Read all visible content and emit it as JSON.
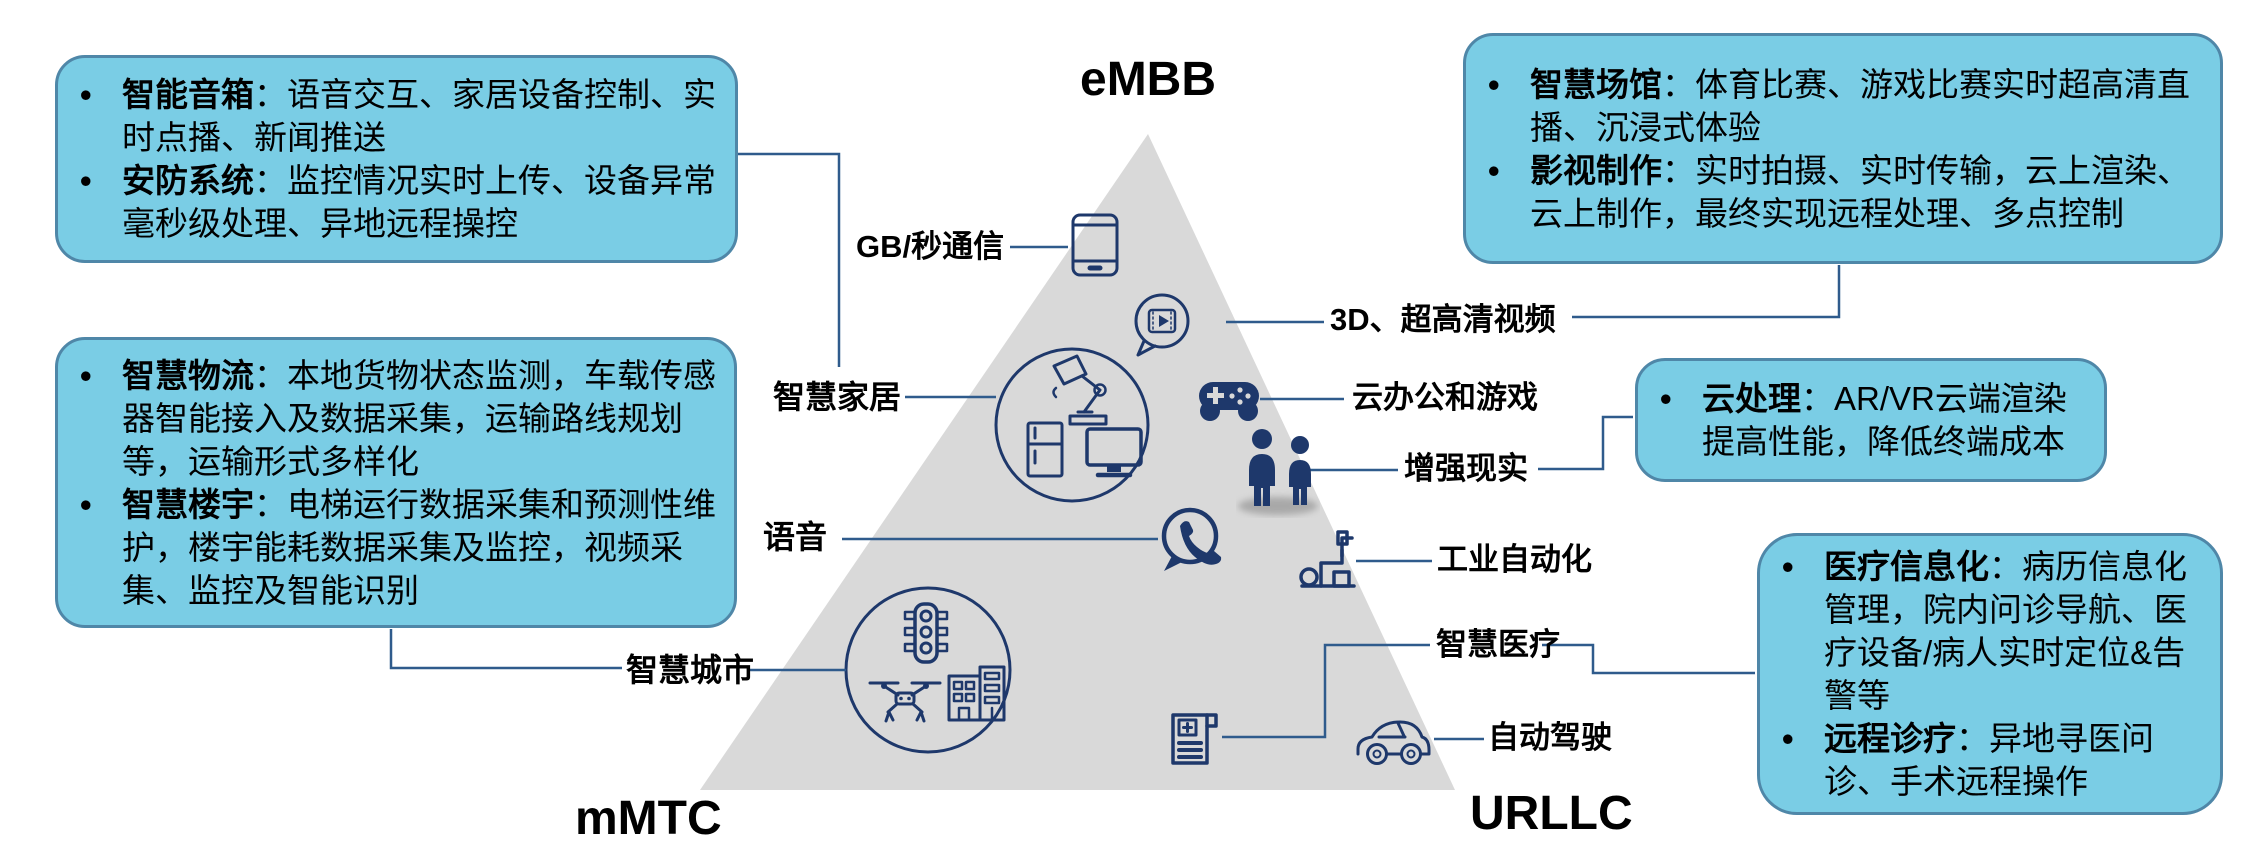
{
  "titles": {
    "embb": "eMBB",
    "mmtc": "mMTC",
    "urllc": "URLLC"
  },
  "edge_labels": {
    "gb_comm": "GB/秒通信",
    "smart_home": "智慧家居",
    "voice": "语音",
    "smart_city": "智慧城市",
    "uhd_video": "3D、超高清视频",
    "cloud_office": "云办公和游戏",
    "ar": "增强现实",
    "industrial": "工业自动化",
    "smart_medical": "智慧医疗",
    "auto_driving": "自动驾驶"
  },
  "callouts": {
    "home": {
      "items": [
        {
          "term": "智能音箱",
          "desc": "：语音交互、家居设备控制、实时点播、新闻推送"
        },
        {
          "term": "安防系统",
          "desc": "：监控情况实时上传、设备异常毫秒级处理、异地远程操控"
        }
      ]
    },
    "logistics": {
      "items": [
        {
          "term": "智慧物流",
          "desc": "：本地货物状态监测，车载传感器智能接入及数据采集，运输路线规划等，运输形式多样化"
        },
        {
          "term": "智慧楼宇",
          "desc": "：电梯运行数据采集和预测性维护，楼宇能耗数据采集及监控，视频采集、监控及智能识别"
        }
      ]
    },
    "venue": {
      "items": [
        {
          "term": "智慧场馆",
          "desc": "：体育比赛、游戏比赛实时超高清直播、沉浸式体验"
        },
        {
          "term": "影视制作",
          "desc": "：实时拍摄、实时传输，云上渲染、云上制作，最终实现远程处理、多点控制"
        }
      ]
    },
    "cloud": {
      "items": [
        {
          "term": "云处理",
          "desc": "：AR/VR云端渲染提高性能，降低终端成本"
        }
      ]
    },
    "medical": {
      "items": [
        {
          "term": "医疗信息化",
          "desc": "：病历信息化管理，院内问诊导航、医疗设备/病人实时定位&告警等"
        },
        {
          "term": "远程诊疗",
          "desc": "：异地寻医问诊、手术远程操作"
        }
      ]
    }
  },
  "misc": {
    "bullet": "•"
  },
  "colors": {
    "callout_fill": "#7acde5",
    "callout_border": "#4f87a8",
    "triangle": "#d9d9d9",
    "icon": "#1e386b",
    "connector": "#2f5b8c"
  }
}
